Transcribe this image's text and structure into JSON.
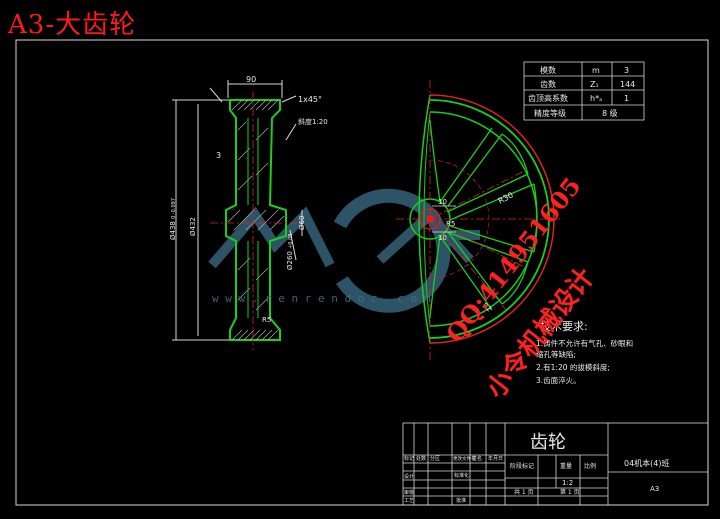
{
  "overlay_title": "A3-大齿轮",
  "watermark": {
    "qq": "QQ:414951605",
    "name": "小令机械设计",
    "site": "w w w . r e n r e n d o c . c o m"
  },
  "dims": {
    "width_top": "90",
    "chamfer": "1x45°",
    "taper": "斜度1:20",
    "d_outer": "Ø438",
    "d_outer_tol": "0 -0.097",
    "d_root": "Ø432",
    "d_hub": "Ø60",
    "d_bore": "Ø260",
    "d_bore_tol": "+0.08",
    "hub_r": "R5",
    "angle": "3",
    "web": "10",
    "web2": "10",
    "r_small": "R5",
    "r_big": "R30",
    "r_rim": "R2"
  },
  "param_table": {
    "rows": [
      {
        "label": "模数",
        "sym": "m",
        "val": "3"
      },
      {
        "label": "齿数",
        "sym": "Z₁",
        "val": "144"
      },
      {
        "label": "齿顶高系数",
        "sym": "h*ₐ",
        "val": "1"
      },
      {
        "label": "精度等级",
        "sym": "",
        "val": "8 级"
      }
    ]
  },
  "tech": {
    "title": "技术要求:",
    "items": [
      "1.铸件不允许有气孔、砂眼和",
      "  缩孔等缺陷;",
      "2.有1:20 的拔模斜度;",
      "3.齿面淬火。"
    ]
  },
  "title_block": {
    "part_name": "齿轮",
    "org": "04机本(4)班",
    "size": "A3",
    "scale": "1:2",
    "row_labels": [
      "标记",
      "处数",
      "分区",
      "更改文件号",
      "签名",
      "年月日"
    ],
    "left_rows": [
      "设计",
      "审核",
      "工艺"
    ],
    "std_label": "标准化",
    "approve_label": "批准",
    "stage_label": "阶段标记",
    "weight_label": "重量",
    "scale_label": "比例",
    "sheets": "共 1 页",
    "sheet_no": "第 1 页"
  }
}
